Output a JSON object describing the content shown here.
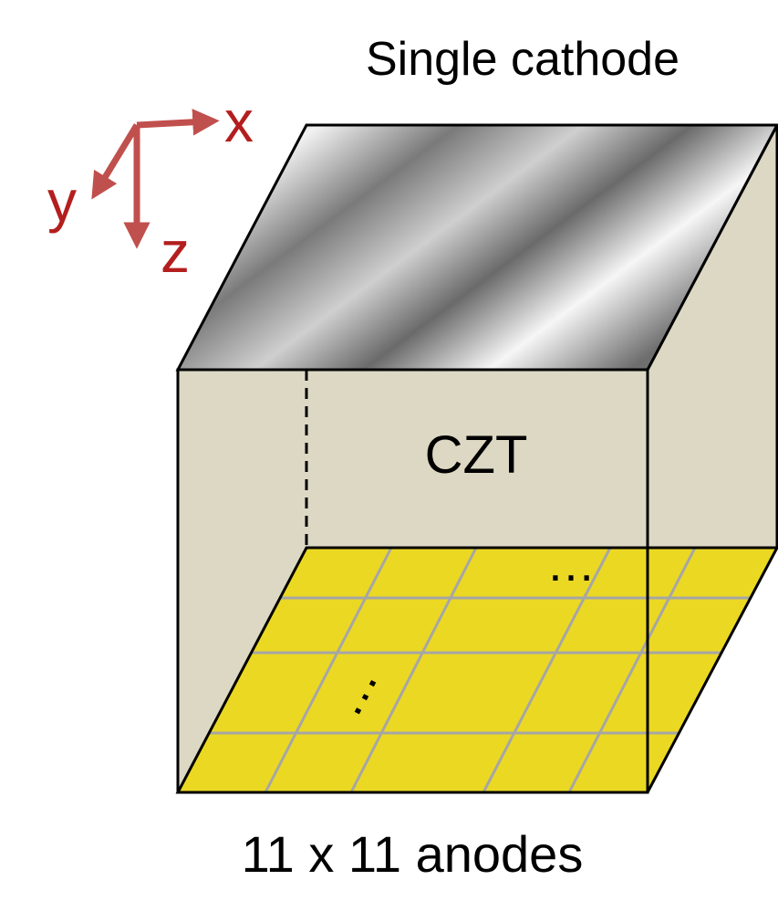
{
  "title": "Single cathode",
  "material_label": "CZT",
  "anode_caption": "11 x 11 anodes",
  "axes": {
    "x": "x",
    "y": "y",
    "z": "z"
  },
  "anode_ellipsis_row": "…",
  "anode_ellipsis_col": "…",
  "colors": {
    "axis": "#c0504d",
    "axis_text": "#b41e1e",
    "crystal_face": "#ddd8c4",
    "anode": "#ebd823",
    "grid_line": "#a6a6a6",
    "cathode_dark": "#6e6e6e",
    "cathode_light": "#f4f4f4"
  }
}
